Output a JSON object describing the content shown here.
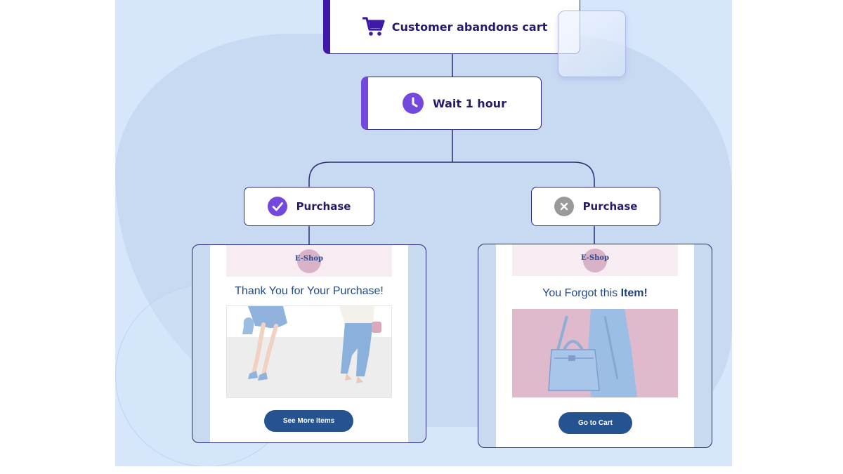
{
  "flow": {
    "trigger": {
      "label": "Customer abandons cart",
      "icon": "shopping-cart-icon"
    },
    "wait": {
      "label": "Wait 1 hour",
      "icon": "clock-icon"
    },
    "branch_yes": {
      "label": "Purchase",
      "icon": "check-circle-icon"
    },
    "branch_no": {
      "label": "Purchase",
      "icon": "x-circle-icon"
    }
  },
  "emails": {
    "thank_you": {
      "logo": "E-Shop",
      "title": "Thank You for Your Purchase!",
      "button": "See More Items"
    },
    "forgot": {
      "logo": "E-Shop",
      "title_prefix": "You Forgot this ",
      "title_bold": "Item!",
      "button": "Go to Cart"
    }
  },
  "colors": {
    "background": "#d6e6fb",
    "blob": "#c8daf1",
    "node_border": "#2b2a78",
    "accent_dark": "#3f18a8",
    "accent_violet": "#7447dd",
    "check_purple": "#7447dd",
    "x_gray": "#9a9a9a",
    "cta_blue": "#245390",
    "header_pink": "#f7ecf2"
  }
}
